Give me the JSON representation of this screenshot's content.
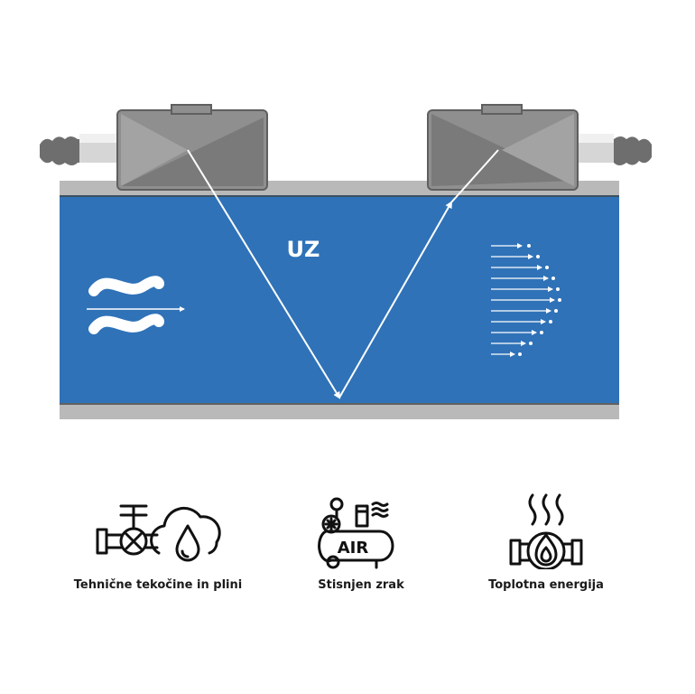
{
  "diagram": {
    "label": "UZ",
    "colors": {
      "pipe_fluid": "#2f72b8",
      "pipe_wall": "#b9b9b9",
      "sensor_body": "#8f8f8f",
      "signal": "#ffffff"
    }
  },
  "applications": [
    {
      "icon": "valve-cloud-drop-icon",
      "label": "Tehnične tekočine in plini"
    },
    {
      "icon": "air-compressor-icon",
      "label": "Stisnjen zrak"
    },
    {
      "icon": "heated-pipe-flame-icon",
      "label": "Toplotna energija"
    }
  ]
}
